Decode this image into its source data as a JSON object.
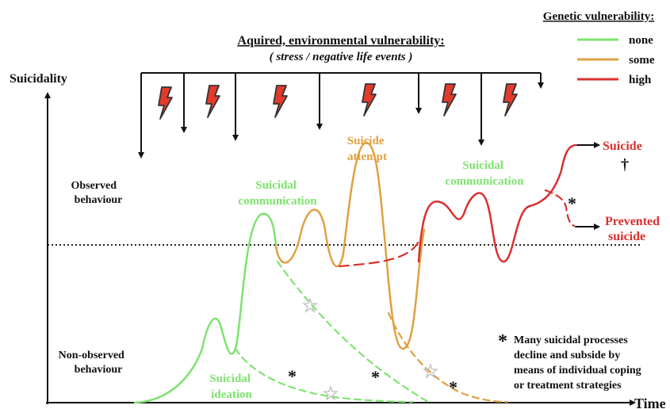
{
  "colors": {
    "none": "#7ee36f",
    "some": "#e0a040",
    "high": "#d9302f",
    "axis": "#111111",
    "bolt_fill": "#e43a2b",
    "bolt_stroke": "#333333",
    "star_grey": "#bfbfbf"
  },
  "axes": {
    "y_label": "Suicidality",
    "x_label": "Time"
  },
  "environment": {
    "title": "Aquired, environmental vulnerability:",
    "subtitle": "( stress / negative life events )",
    "bolt_count": 6,
    "arrow_count": 7
  },
  "legend": {
    "title": "Genetic vulnerability:",
    "items": [
      {
        "label": "none",
        "color": "#7ee36f"
      },
      {
        "label": "some",
        "color": "#e0a040"
      },
      {
        "label": "high",
        "color": "#d9302f"
      }
    ]
  },
  "zones": {
    "observed_line1": "Observed",
    "observed_line2": "behaviour",
    "nonobserved_line1": "Non-observed",
    "nonobserved_line2": "behaviour"
  },
  "stages": {
    "ideation_line1": "Suicidal",
    "ideation_line2": "ideation",
    "communication1_line1": "Suicidal",
    "communication1_line2": "communication",
    "attempt_line1": "Suicide",
    "attempt_line2": "attempt",
    "communication2_line1": "Suicidal",
    "communication2_line2": "communication"
  },
  "outcomes": {
    "suicide": "Suicide",
    "dagger": "†",
    "prevented_line1": "Prevented",
    "prevented_line2": "suicide",
    "asterisk": "*"
  },
  "note": {
    "asterisk": "*",
    "line1": "Many suicidal processes",
    "line2": "decline and subside by",
    "line3": "means of individual coping",
    "line4": "or treatment strategies"
  },
  "curve_asterisk": "*"
}
